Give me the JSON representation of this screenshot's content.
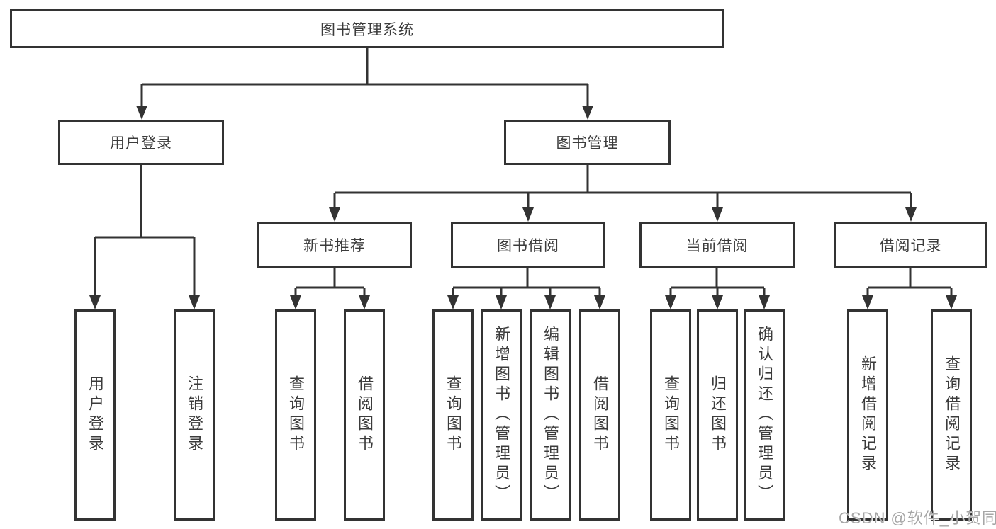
{
  "diagram": {
    "colors": {
      "line": "#333333",
      "box_border": "#333333",
      "text": "#3b3b3b",
      "watermark": "#a6a6a6",
      "background": "#ffffff"
    },
    "tree": {
      "label": "图书管理系统",
      "children": [
        {
          "label": "用户登录",
          "children": [
            {
              "label": "用户登录"
            },
            {
              "label": "注销登录"
            }
          ]
        },
        {
          "label": "图书管理",
          "children": [
            {
              "label": "新书推荐",
              "children": [
                {
                  "label": "查询图书"
                },
                {
                  "label": "借阅图书"
                }
              ]
            },
            {
              "label": "图书借阅",
              "children": [
                {
                  "label": "查询图书"
                },
                {
                  "label": "新增图书（管理员）"
                },
                {
                  "label": "编辑图书（管理员）"
                },
                {
                  "label": "借阅图书"
                }
              ]
            },
            {
              "label": "当前借阅",
              "children": [
                {
                  "label": "查询图书"
                },
                {
                  "label": "归还图书"
                },
                {
                  "label": "确认归还（管理员）"
                }
              ]
            },
            {
              "label": "借阅记录",
              "children": [
                {
                  "label": "新增借阅记录"
                },
                {
                  "label": "查询借阅记录"
                }
              ]
            }
          ]
        }
      ]
    },
    "watermark": {
      "text": "CSDN @软件_小贺同学"
    }
  }
}
